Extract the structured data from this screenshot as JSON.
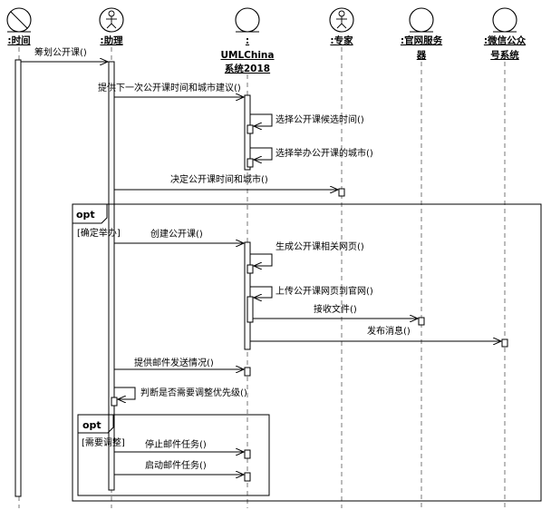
{
  "participants": [
    {
      "id": "time",
      "kind": "boundary",
      "name_lines": [
        ":时间"
      ]
    },
    {
      "id": "assistant",
      "kind": "actor",
      "name_lines": [
        ":助理"
      ]
    },
    {
      "id": "umlchina",
      "kind": "entity",
      "name_lines": [
        ":",
        "UMLChina",
        "系统2018"
      ]
    },
    {
      "id": "expert",
      "kind": "actor",
      "name_lines": [
        ":专家"
      ]
    },
    {
      "id": "website",
      "kind": "entity",
      "name_lines": [
        ":官网服务",
        "器"
      ]
    },
    {
      "id": "wechat",
      "kind": "entity",
      "name_lines": [
        ":微信公众",
        "号系统"
      ]
    }
  ],
  "messages": [
    {
      "label": "筹划公开课()"
    },
    {
      "label": "提供下一次公开课时间和城市建议()"
    },
    {
      "label": "选择公开课候选时间()"
    },
    {
      "label": "选择举办公开课的城市()"
    },
    {
      "label": "决定公开课时间和城市()"
    },
    {
      "label": "创建公开课()"
    },
    {
      "label": "生成公开课相关网页()"
    },
    {
      "label": "上传公开课网页到官网()"
    },
    {
      "label": "接收文件()"
    },
    {
      "label": "发布消息()"
    },
    {
      "label": "提供邮件发送情况()"
    },
    {
      "label": "判断是否需要调整优先级()"
    },
    {
      "label": "停止邮件任务()"
    },
    {
      "label": "启动邮件任务()"
    }
  ],
  "fragments": [
    {
      "operator": "opt",
      "guard": "[确定举办]"
    },
    {
      "operator": "opt",
      "guard": "[需要调整]"
    }
  ]
}
